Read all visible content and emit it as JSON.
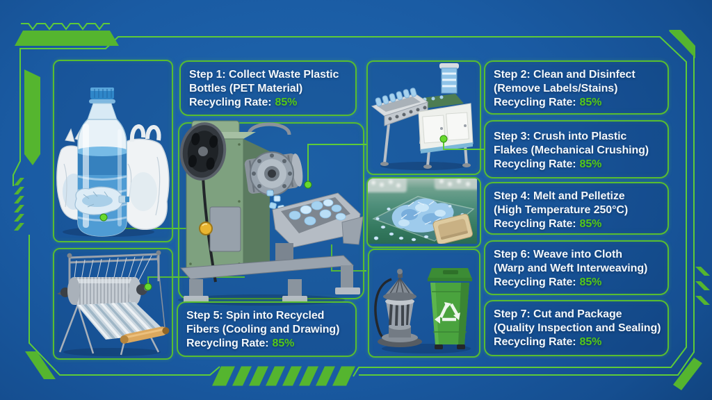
{
  "colors": {
    "background_blue": "#1a5ba3",
    "frame_green": "#5ecb38",
    "box_border_green": "#58bd30",
    "rate_green": "#54c918",
    "text_white": "#f2f7fb"
  },
  "steps": [
    {
      "line1": "Step 1: Collect Waste Plastic",
      "line2": "Bottles (PET Material)",
      "rate_label": "Recycling Rate:",
      "rate_value": "85%"
    },
    {
      "line1": "Step 2: Clean and Disinfect",
      "line2": "(Remove Labels/Stains)",
      "rate_label": "Recycling Rate:",
      "rate_value": "85%"
    },
    {
      "line1": "Step 3: Crush into Plastic",
      "line2": "Flakes (Mechanical Crushing)",
      "rate_label": "Recycling Rate:",
      "rate_value": "85%"
    },
    {
      "line1": "Step 4: Melt and Pelletize",
      "line2": "(High Temperature 250°C)",
      "rate_label": "Recycling Rate:",
      "rate_value": "85%"
    },
    {
      "line1": "Step 5: Spin into Recycled",
      "line2": "Fibers (Cooling and Drawing)",
      "rate_label": "Recycling Rate:",
      "rate_value": "85%"
    },
    {
      "line1": "Step 6: Weave into Cloth",
      "line2": "(Warp and Weft Interweaving)",
      "rate_label": "Recycling Rate:",
      "rate_value": "85%"
    },
    {
      "line1": "Step 7: Cut and Package",
      "line2": "(Quality Inspection and Sealing)",
      "rate_label": "Recycling Rate:",
      "rate_value": "85%"
    }
  ],
  "icons": {
    "recycle_symbol": "recycle-arrows-triangle"
  }
}
